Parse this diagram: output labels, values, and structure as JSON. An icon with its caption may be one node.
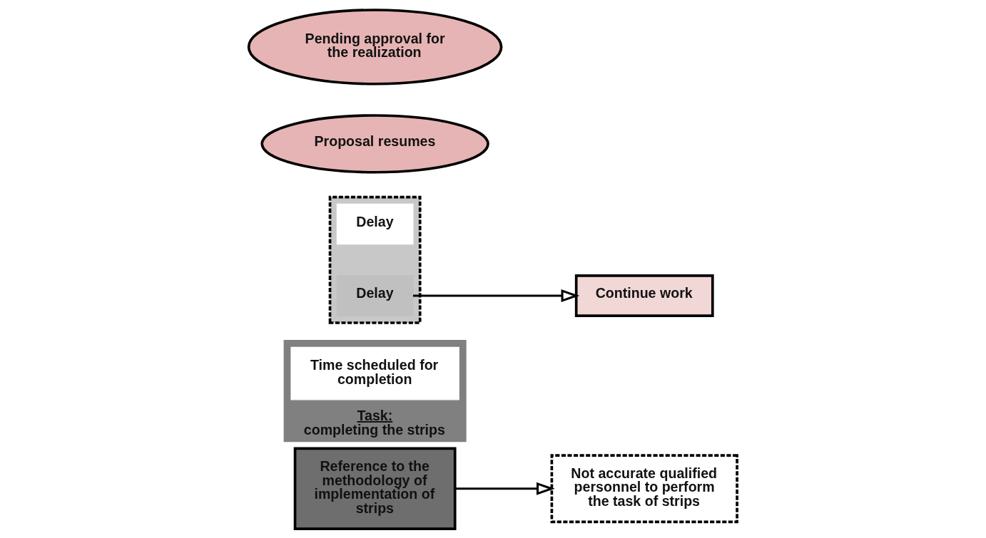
{
  "diagram": {
    "nodes": [
      {
        "text": [
          "Reference to the methodology of implementation of strips"
        ]
      },
      {
        "text": [
          "Not accurate qualified personnel to perform the task of strips"
        ]
      },
      {
        "text": [
          "Task:",
          "completing the strips"
        ]
      },
      {
        "text": [
          "Time scheduled for completion"
        ],
        "in": 2
      },
      {
        "text": [],
        "shape": "box"
      },
      {
        "text": [
          "Delay"
        ],
        "in": 4
      },
      {
        "text": [
          "Delay"
        ],
        "in": 4
      },
      {
        "text": [
          "Continue work"
        ]
      },
      {
        "text": [
          "Proposal resumes"
        ]
      },
      {
        "text": [
          "Pending approval for the realization"
        ]
      }
    ],
    "edges": [
      {
        "from": 0,
        "to": 1,
        "arrow": "to"
      },
      {
        "from": 6,
        "to": 7,
        "arrow": "to"
      }
    ]
  }
}
